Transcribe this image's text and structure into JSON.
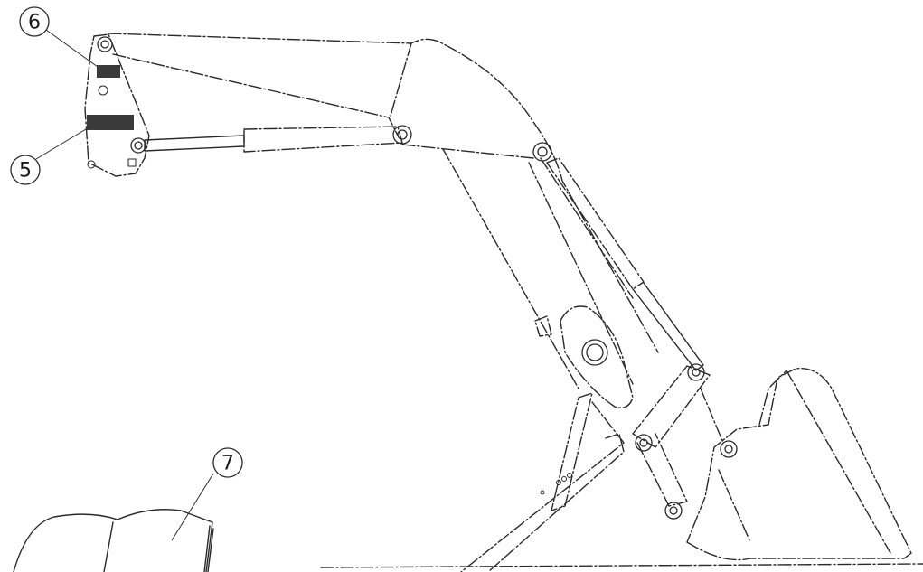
{
  "callouts": {
    "c5": "5",
    "c6": "6",
    "c7": "7"
  }
}
